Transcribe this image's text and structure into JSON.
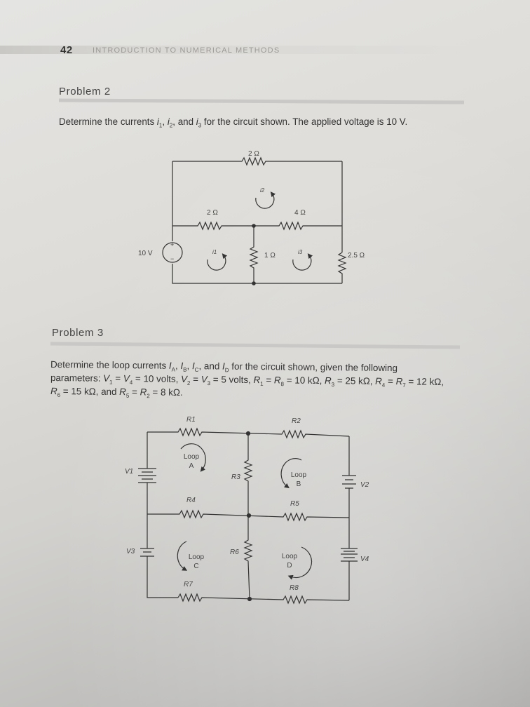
{
  "header": {
    "page_number": "42",
    "chapter_title": "INTRODUCTION TO NUMERICAL METHODS"
  },
  "problem2": {
    "title": "Problem 2",
    "statement": "Determine the currents i1, i2, and i3 for the circuit shown. The applied voltage is 10 V.",
    "labels": {
      "r_top": "2 Ω",
      "r_mid_left": "2 Ω",
      "r_mid_right": "4 Ω",
      "r_center": "1 Ω",
      "r_right": "2.5 Ω",
      "source": "10 V",
      "i1": "i1",
      "i2": "i2",
      "i3": "i3",
      "plus": "+",
      "minus": "−"
    }
  },
  "problem3": {
    "title": "Problem 3",
    "line1": "Determine the loop currents IA, IB, IC, and ID for the circuit shown, given the following",
    "line2": "parameters: V1 = V4 = 10 volts, V2 = V3 = 5 volts, R1 = R8 = 10 kΩ, R3 = 25 kΩ, R4 = R7 = 12 kΩ,",
    "line3": "R6 = 15 kΩ, and R5 = R2 = 8 kΩ.",
    "labels": {
      "r1": "R1",
      "r2": "R2",
      "r3": "R3",
      "r4": "R4",
      "r5": "R5",
      "r6": "R6",
      "r7": "R7",
      "r8": "R8",
      "v1": "V1",
      "v2": "V2",
      "v3": "V3",
      "v4": "V4",
      "loop_a": "Loop A",
      "loop_b": "Loop B",
      "loop_c": "Loop C",
      "loop_d": "Loop D"
    }
  }
}
